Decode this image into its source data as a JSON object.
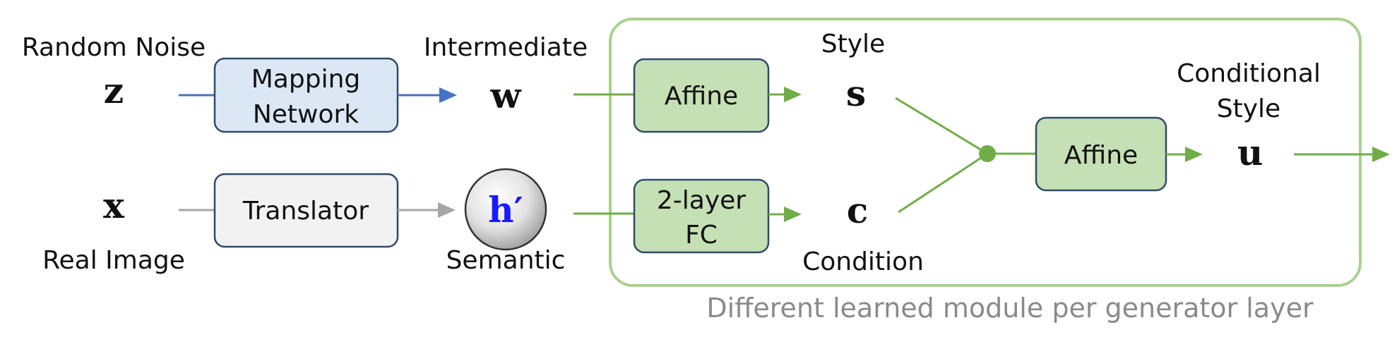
{
  "labels": {
    "random_noise": "Random Noise",
    "real_image": "Real Image",
    "intermediate": "Intermediate",
    "semantic": "Semantic",
    "style": "Style",
    "condition": "Condition",
    "conditional_style_line1": "Conditional",
    "conditional_style_line2": "Style"
  },
  "symbols": {
    "z": "z",
    "x": "x",
    "w": "w",
    "h_prime": "h′",
    "s": "s",
    "c": "c",
    "u": "u"
  },
  "boxes": {
    "mapping_network_line1": "Mapping",
    "mapping_network_line2": "Network",
    "translator": "Translator",
    "affine_style": "Affine",
    "two_layer_fc_line1": "2-layer",
    "two_layer_fc_line2": "FC",
    "affine_conditional": "Affine"
  },
  "caption": "Different learned module per generator layer",
  "colors": {
    "blue_arrow": "#4472c4",
    "gray_arrow": "#a6a6a6",
    "green_arrow": "#70ad47",
    "blue_box_fill": "#dbe7f5",
    "gray_box_fill": "#f2f2f2",
    "green_box_fill": "#c5e0b4",
    "box_border": "#2f4a6b",
    "module_border": "#a9d18e",
    "h_prime_text": "#1a1aff"
  }
}
